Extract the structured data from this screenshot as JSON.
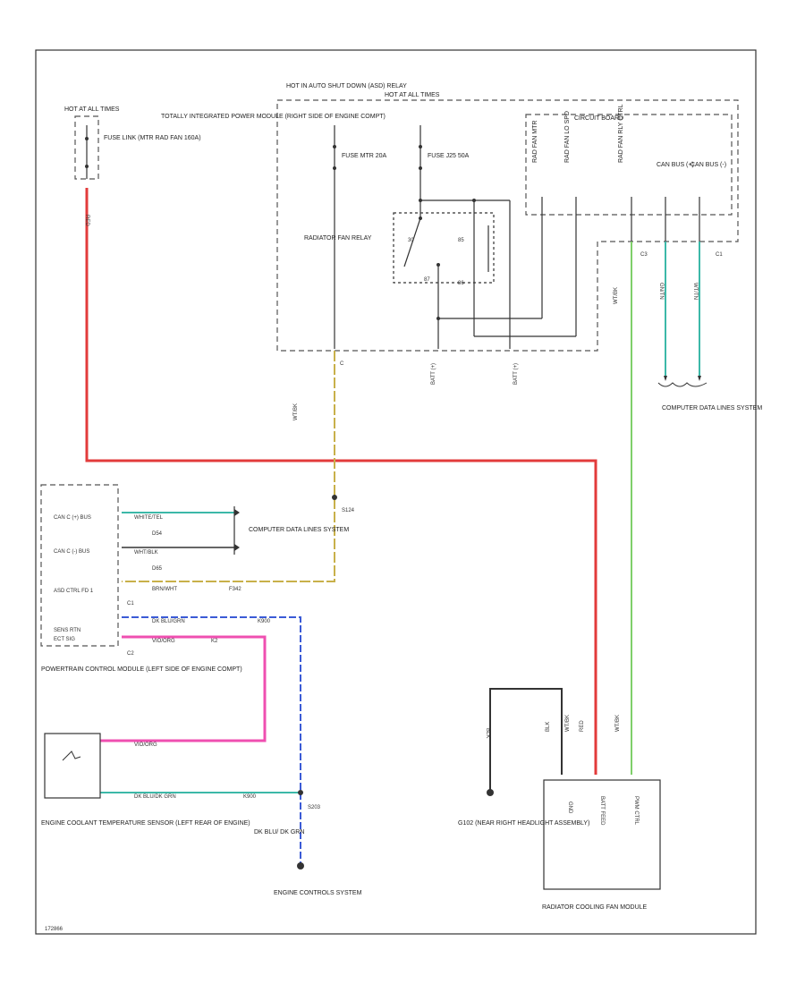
{
  "labels": {
    "hot_all_times_1": "HOT AT ALL TIMES",
    "fuse_link": "FUSE LINK (MTR RAD FAN 160A)",
    "tipm": "TOTALLY INTEGRATED POWER MODULE (RIGHT SIDE OF ENGINE COMPT)",
    "hot_auto_shutdown": "HOT IN AUTO SHUT DOWN (ASD) RELAY",
    "hot_all_times_2": "HOT AT ALL TIMES",
    "fuse_mtr": "FUSE MTR 20A",
    "fuse_j25": "FUSE J25 50A",
    "radiator_fan_relay": "RADIATOR FAN RELAY",
    "relay_pin_30": "30",
    "relay_pin_85": "85",
    "relay_pin_87": "87",
    "relay_pin_86": "86",
    "circuit_board": "CIRCUIT BOARD",
    "rad_fan_mtr": "RAD FAN MTR",
    "rad_fan_lo_spd": "RAD FAN LO SPD",
    "rad_fan_rly_ctrl": "RAD FAN RLY CTRL",
    "can_bus_plus": "CAN BUS (+)",
    "can_bus_minus": "CAN BUS (-)",
    "c_conn_top": "C",
    "c3": "C3",
    "c1_top": "C1",
    "batt_feed_1": "BATT (+)",
    "batt_feed_2": "BATT (+)",
    "computer_data_lines_top": "COMPUTER DATA LINES SYSTEM",
    "splice_s124": "S124",
    "computer_data_lines_left": "COMPUTER DATA LINES SYSTEM",
    "pcm_can_c_plus": "CAN C (+) BUS",
    "pcm_can_c_minus": "CAN C (-) BUS",
    "pcm_asd_ctrl": "ASD CTRL FD 1",
    "pcm_sens_rtn": "SENS RTN",
    "pcm_ect_sig": "ECT SIG",
    "pcm_c1": "C1",
    "pcm_c2": "C2",
    "pcm_name": "POWERTRAIN CONTROL MODULE (LEFT SIDE OF ENGINE COMPT)",
    "ect_sensor": "ENGINE COOLANT TEMPERATURE SENSOR (LEFT REAR OF ENGINE)",
    "splice_s203": "S203",
    "wire_bottom_color": "DK BLU/ DK GRN",
    "engine_controls": "ENGINE CONTROLS SYSTEM",
    "ground_g102": "G102 (NEAR RIGHT HEADLIGHT ASSEMBLY)",
    "radiator_fan_module": "RADIATOR COOLING FAN MODULE",
    "fan_gnd": "GND",
    "fan_batt_feed": "BATT FEED",
    "fan_pwm_ctrl": "PWM CTRL",
    "fig_id": "172866"
  },
  "wires": {
    "w_red": "RED",
    "w_tan_wt": "WT/BK",
    "w_tan_wt_code": "F342",
    "w_green_v": "WT/BK",
    "w_can_left_1": "GN/TN",
    "w_can_left_2": "WT/TN",
    "w_can_pcm_1": "WHITE/TEL",
    "w_can_pcm_1b": "D54",
    "w_can_pcm_2": "WHT/BLK",
    "w_can_pcm_2b": "D65",
    "w_asd": "BRN/WHT",
    "w_asd_b": "F342",
    "w_sens": "DK BLU/GRN",
    "w_sens_b": "K900",
    "w_ect": "VIO/ORG",
    "w_ect_b": "K2",
    "w_ect_left": "VIO/ORG",
    "w_ect2_left": "DK BLU/DK GRN",
    "w_ect2_code": "K900",
    "w_fan_gnd": "BLK",
    "w_fan_1": "BLK",
    "w_fan_2": "WT/BK",
    "w_fan_3": "RED",
    "w_fan_4": "WT/BK"
  },
  "colors": {
    "red": "#e23b3b",
    "tan": "#c8b04a",
    "green": "#7fcf6a",
    "cyan": "#3cb8a8",
    "blue": "#3b5bd6",
    "pink": "#ef4fb0"
  }
}
